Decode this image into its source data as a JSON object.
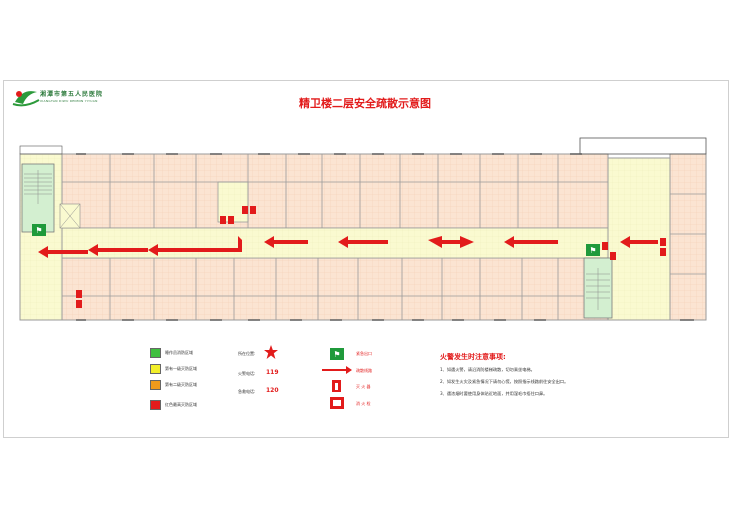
{
  "header": {
    "hospital_name": "湘潭市第五人民医院",
    "hospital_name_en": "XIANGTAN DIWU RENMIN YIYUAN",
    "title": "精卫楼二层安全疏散示意图"
  },
  "legend_zones": [
    {
      "label": "睡作员消防区域",
      "color": "#3fbf3f"
    },
    {
      "label": "第有一级灭防区域",
      "color": "#f2ef2a"
    },
    {
      "label": "第有二级灭防区域",
      "color": "#f09a1c"
    },
    {
      "label": "红色最高灭防区域",
      "color": "#e21b1b"
    }
  ],
  "legend_info": {
    "location_label": "所在位置:",
    "fire_phone_label": "火警电话:",
    "fire_phone": "119",
    "emergency_label": "急救电话:",
    "emergency_phone": "120"
  },
  "legend_symbols": {
    "exit": "紧急出口",
    "route": "疏散线路",
    "extinguisher": "灭 火 器",
    "hydrant": "消 火 栓"
  },
  "notes": {
    "title": "火警发生时注意事项:",
    "items": [
      "1、如遇火警，请沿消防楼梯疏散，切勿乘坐电梯。",
      "2、如发生火灾及紧急情况下请勿心慌，按照指示线路前往安全出口。",
      "3、遇浓烟时要使用身体贴近地面，并用湿毛巾捂住口鼻。"
    ]
  },
  "colors": {
    "title": "#e21b1b",
    "room_fill": "#fbe4d2",
    "corridor_fill": "#fafad0",
    "stair_fill": "#d3efd0",
    "wall": "#9a9a9a",
    "arrow": "#e21b1b"
  }
}
